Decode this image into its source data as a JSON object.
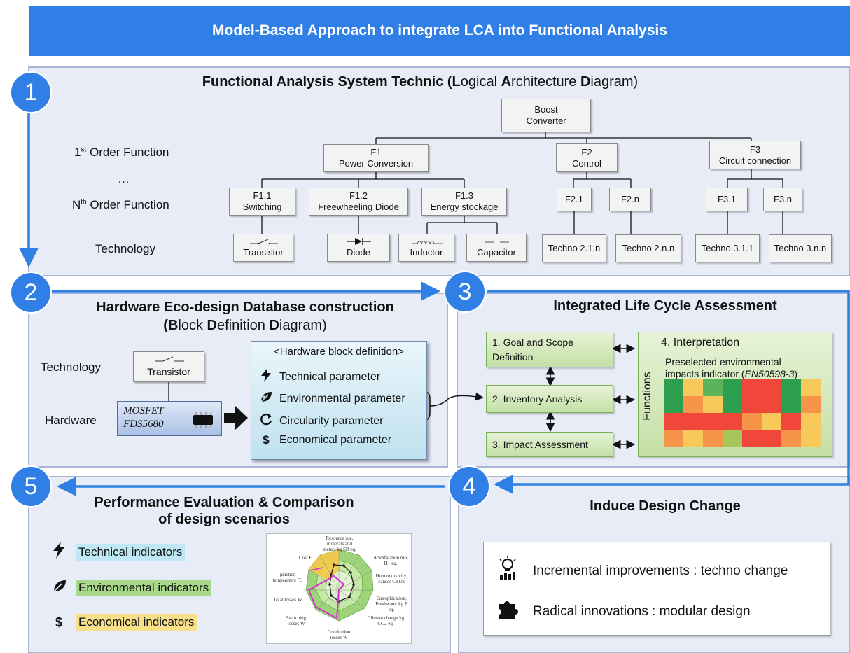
{
  "banner": "Model-Based Approach to integrate LCA into Functional Analysis",
  "colors": {
    "accent": "#2f7fe6",
    "panel_bg": "#e8ecf6",
    "technical_highlight": "#bfe8f6",
    "environmental_highlight": "#a8d98a",
    "economical_highlight": "#f8e08a"
  },
  "section1": {
    "badge": "1",
    "title_parts": [
      "Functional Analysis System Technic (",
      "L",
      "ogical ",
      "A",
      "rchitecture ",
      "D",
      "iagram)"
    ],
    "row_labels": {
      "first_base": "1",
      "first_sup": "st",
      "first_rest": " Order Function",
      "ellipsis": "…",
      "nth_base": "N",
      "nth_sup": "th",
      "nth_rest": " Order Function",
      "technology": "Technology"
    },
    "root": [
      "Boost",
      "Converter"
    ],
    "functions": {
      "F1": [
        "F1",
        "Power Conversion"
      ],
      "F2": [
        "F2",
        "Control"
      ],
      "F3": [
        "F3",
        "Circuit connection"
      ],
      "F11": [
        "F1.1",
        "Switching"
      ],
      "F12": [
        "F1.2",
        "Freewheeling Diode"
      ],
      "F13": [
        "F1.3",
        "Energy stockage"
      ],
      "F21": "F2.1",
      "F2n": "F2.n",
      "F31": "F3.1",
      "F3n": "F3.n"
    },
    "technologies": {
      "transistor": "Transistor",
      "diode": "Diode",
      "inductor": "Inductor",
      "capacitor": "Capacitor",
      "techno21n": "Techno 2.1.n",
      "techno2nn": "Techno 2.n.n",
      "techno311": "Techno 3.1.1",
      "techno3nn": "Techno 3.n.n"
    }
  },
  "section2": {
    "badge": "2",
    "title_line1": "Hardware Eco-design Database construction",
    "title_line2_parts": [
      "(",
      "B",
      "lock ",
      "D",
      "efinition ",
      "D",
      "iagram)"
    ],
    "technology_label": "Technology",
    "hardware_label": "Hardware",
    "transistor_box": "Transistor",
    "mosfet": [
      "MOSFET",
      "FDS5680"
    ],
    "block_title": "<Hardware block definition>",
    "parameters": [
      {
        "icon": "lightning-icon",
        "label": "Technical parameter"
      },
      {
        "icon": "leaf-icon",
        "label": "Environmental parameter"
      },
      {
        "icon": "circular-arrows-icon",
        "label": "Circularity parameter"
      },
      {
        "icon": "dollar-icon",
        "label": "Economical parameter"
      }
    ]
  },
  "section3": {
    "badge": "3",
    "title": "Integrated Life Cycle Assessment",
    "steps": [
      "1. Goal and Scope Definition",
      "2. Inventory Analysis",
      "3. Impact Assessment"
    ],
    "interpretation_title": "4. Interpretation",
    "interpretation_sub1": "Preselected environmental",
    "interpretation_sub2_prefix": "impacts indicator (",
    "interpretation_sub2_std": "EN50598-3",
    "interpretation_sub2_suffix": ")",
    "heatmap_axis": "Functions",
    "heatmap": [
      [
        "#2e9e4f",
        "#f7c95a",
        "#5bb35a",
        "#2e9e4f",
        "#f0473a",
        "#f0473a",
        "#2e9e4f",
        "#f7c95a"
      ],
      [
        "#2e9e4f",
        "#f6944a",
        "#f7c95a",
        "#2e9e4f",
        "#f0473a",
        "#f0473a",
        "#2e9e4f",
        "#f6944a"
      ],
      [
        "#f0473a",
        "#f0473a",
        "#f0473a",
        "#f0473a",
        "#f6944a",
        "#f7c95a",
        "#f0473a",
        "#f7c95a"
      ],
      [
        "#f6944a",
        "#f7c95a",
        "#f6944a",
        "#a6c55a",
        "#f0473a",
        "#f0473a",
        "#f6944a",
        "#f7c95a"
      ]
    ]
  },
  "section4": {
    "badge": "4",
    "title": "Induce Design Change",
    "items": [
      {
        "icon": "lightbulb-chart-icon",
        "label": "Incremental improvements : techno change"
      },
      {
        "icon": "puzzle-icon",
        "label": "Radical innovations : modular design"
      }
    ]
  },
  "section5": {
    "badge": "5",
    "title_line1": "Performance Evaluation & Comparison",
    "title_line2": "of design scenarios",
    "indicators": [
      {
        "icon": "lightning-icon",
        "label": "Technical indicators"
      },
      {
        "icon": "leaf-icon",
        "label": "Environmental indicators"
      },
      {
        "icon": "dollar-icon",
        "label": "Economical  indicators"
      }
    ],
    "radar_labels": [
      "Resource use, minerals and metals kg SB eq.",
      "Acidification mol H+ eq.",
      "Human toxicity, cancer CTUh",
      "Eutrophication, Freshwater kg P eq.",
      "Climate change kg CO2 eq.",
      "Conduction losses W",
      "Switching losses W",
      "Total losses W",
      "junction temperature °C",
      "Cost €"
    ]
  }
}
